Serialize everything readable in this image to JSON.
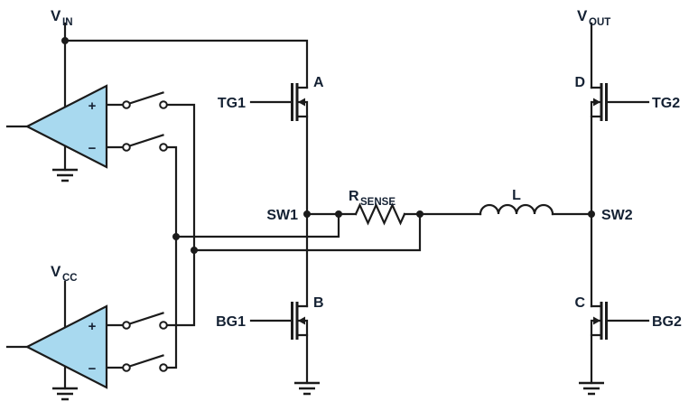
{
  "colors": {
    "background": "#ffffff",
    "wire": "#1b1b1b",
    "text": "#142133",
    "amp_fill": "#a8d9ef"
  },
  "labels": {
    "vin_main": "V",
    "vin_sub": "IN",
    "vout_main": "V",
    "vout_sub": "OUT",
    "vcc_main": "V",
    "vcc_sub": "CC",
    "rsense_main": "R",
    "rsense_sub": "SENSE",
    "inductor": "L",
    "sw1": "SW1",
    "sw2": "SW2",
    "tg1": "TG1",
    "bg1": "BG1",
    "tg2": "TG2",
    "bg2": "BG2",
    "fet_a": "A",
    "fet_b": "B",
    "fet_c": "C",
    "fet_d": "D",
    "amp_plus": "+",
    "amp_minus": "−"
  }
}
